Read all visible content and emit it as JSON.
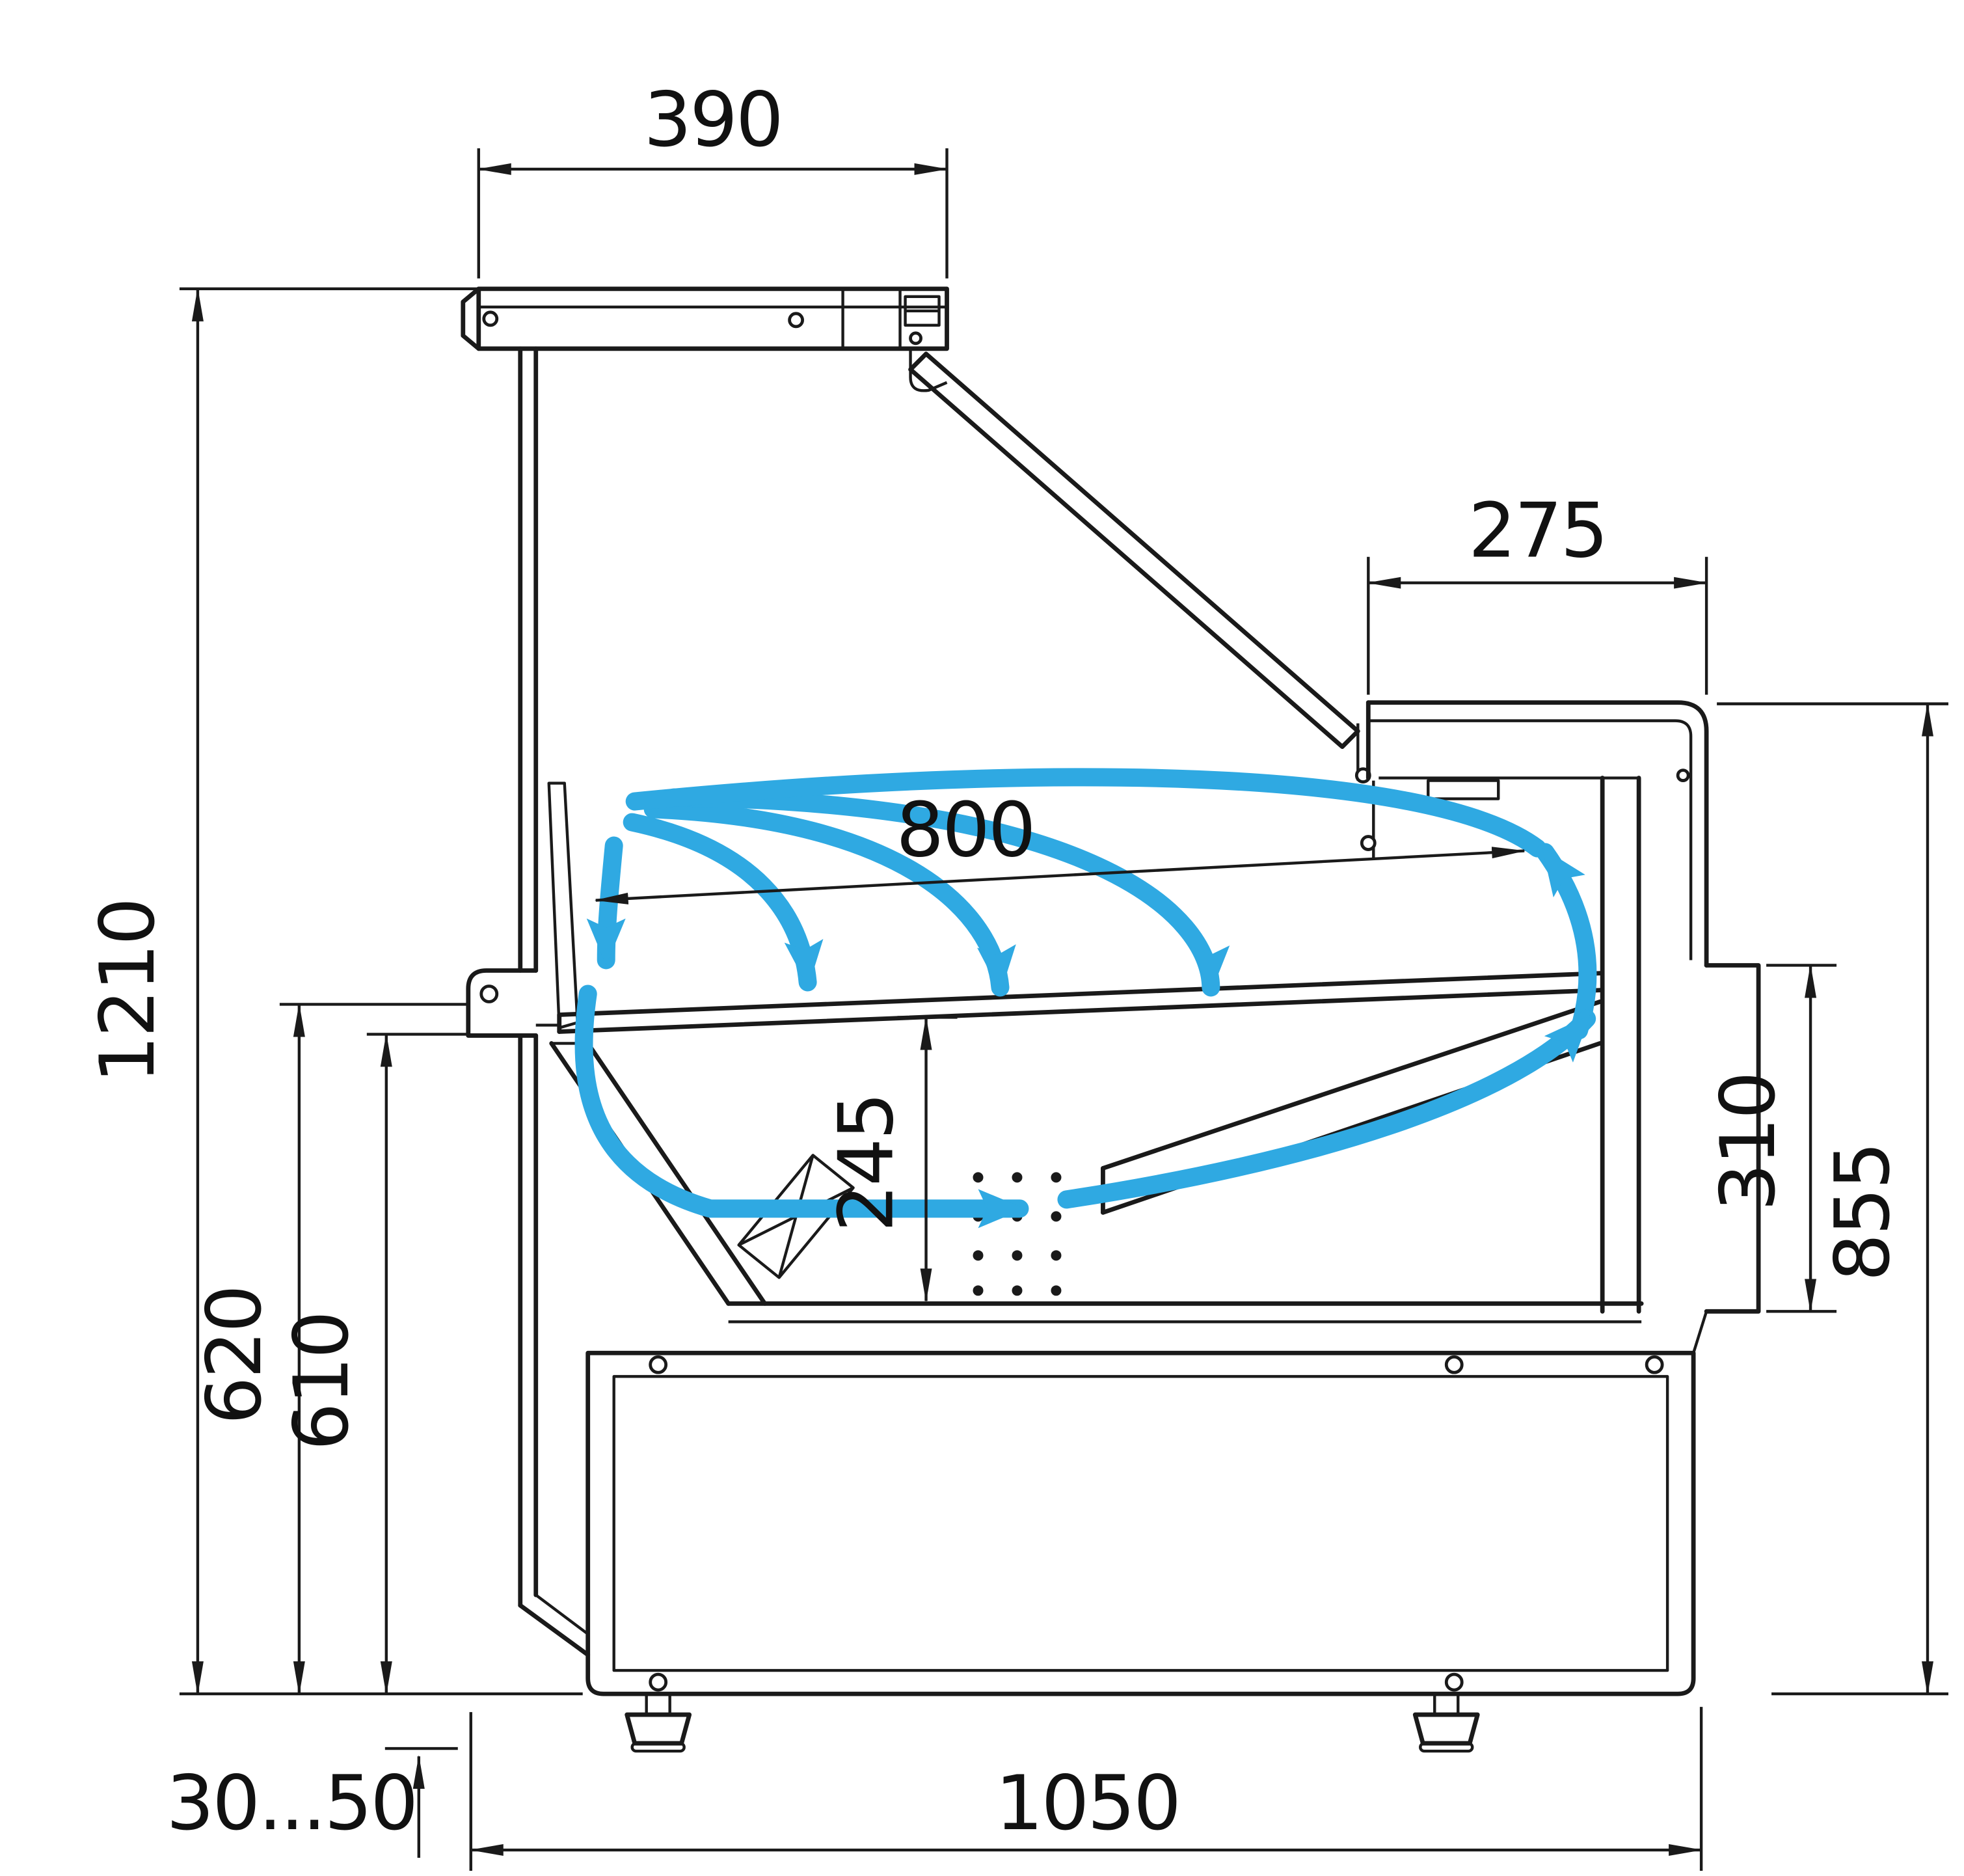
{
  "drawing": {
    "name": "Refrigerated display case — side cross-section with airflow circulation",
    "colors": {
      "line": "#1a1a1a",
      "airflow": "#2fa9e2",
      "background": "#ffffff"
    },
    "dimensions": {
      "top_width": "390",
      "rear_counter_depth": "275",
      "deck_length": "800",
      "overall_height": "1210",
      "back_height_outer": "620",
      "back_height_inner": "610",
      "well_height": "245",
      "front_panel_height": "310",
      "worktop_height": "855",
      "leg_adjustment": "30...50",
      "base_depth": "1050"
    }
  }
}
